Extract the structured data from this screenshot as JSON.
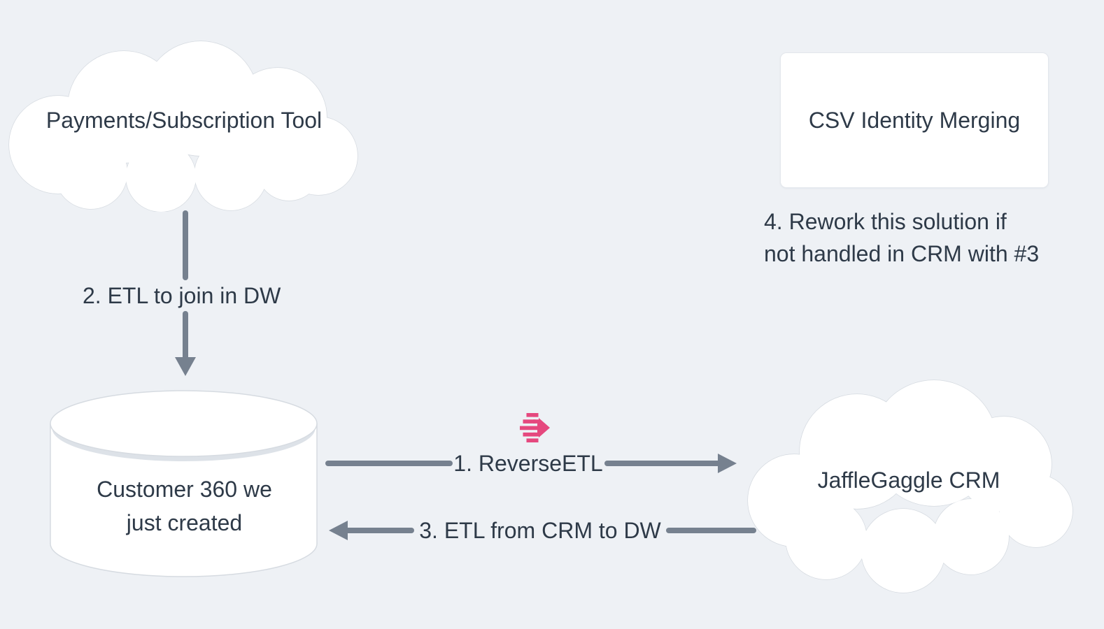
{
  "diagram": {
    "background_color": "#eef1f5",
    "colors": {
      "node_fill": "#ffffff",
      "node_border": "#d6dbe1",
      "text": "#2e3a48",
      "connector": "#76818f",
      "hightouch_pink": "#e5487e"
    },
    "nodes": {
      "payments_tool": {
        "shape": "cloud",
        "label": "Payments/Subscription Tool"
      },
      "csv_identity": {
        "shape": "rounded-rectangle",
        "label": "CSV Identity Merging"
      },
      "customer_360": {
        "shape": "database-cylinder",
        "label_line1": "Customer 360 we",
        "label_line2": "just created"
      },
      "jafflegaggle_crm": {
        "shape": "cloud",
        "label": "JaffleGaggle CRM"
      }
    },
    "connectors": {
      "reverse_etl": {
        "label": "1. ReverseETL",
        "from": "customer_360",
        "to": "jafflegaggle_crm",
        "icon": "hightouch-logo-icon"
      },
      "etl_to_join": {
        "label": "2. ETL to join in DW",
        "from": "payments_tool",
        "to": "customer_360"
      },
      "etl_from_crm": {
        "label": "3. ETL from CRM to DW",
        "from": "jafflegaggle_crm",
        "to": "customer_360"
      }
    },
    "annotations": {
      "rework_note": {
        "line1": "4. Rework this solution if",
        "line2": "not handled in CRM with #3"
      }
    }
  }
}
